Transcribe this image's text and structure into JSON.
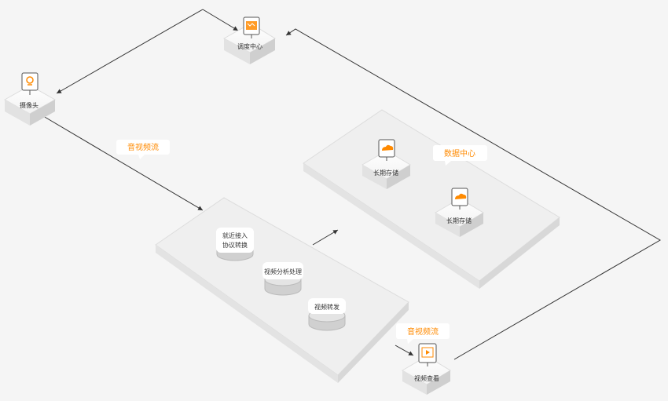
{
  "nodes": {
    "dispatch_center": "调度中心",
    "camera": "摄像头",
    "long_term_storage_1": "长期存储",
    "long_term_storage_2": "长期存储",
    "video_viewing": "视频查看"
  },
  "processes": {
    "nearby_access": [
      "就近接入",
      "协议转换"
    ],
    "video_analysis": "视频分析处理",
    "video_forward": "视频转发"
  },
  "callouts": {
    "audio_video_stream_1": "音视频流",
    "data_center": "数据中心",
    "audio_video_stream_2": "音视频流"
  },
  "colors": {
    "accent": "#ff8a00",
    "arrow": "#333333",
    "panel": "#eeeeee"
  }
}
